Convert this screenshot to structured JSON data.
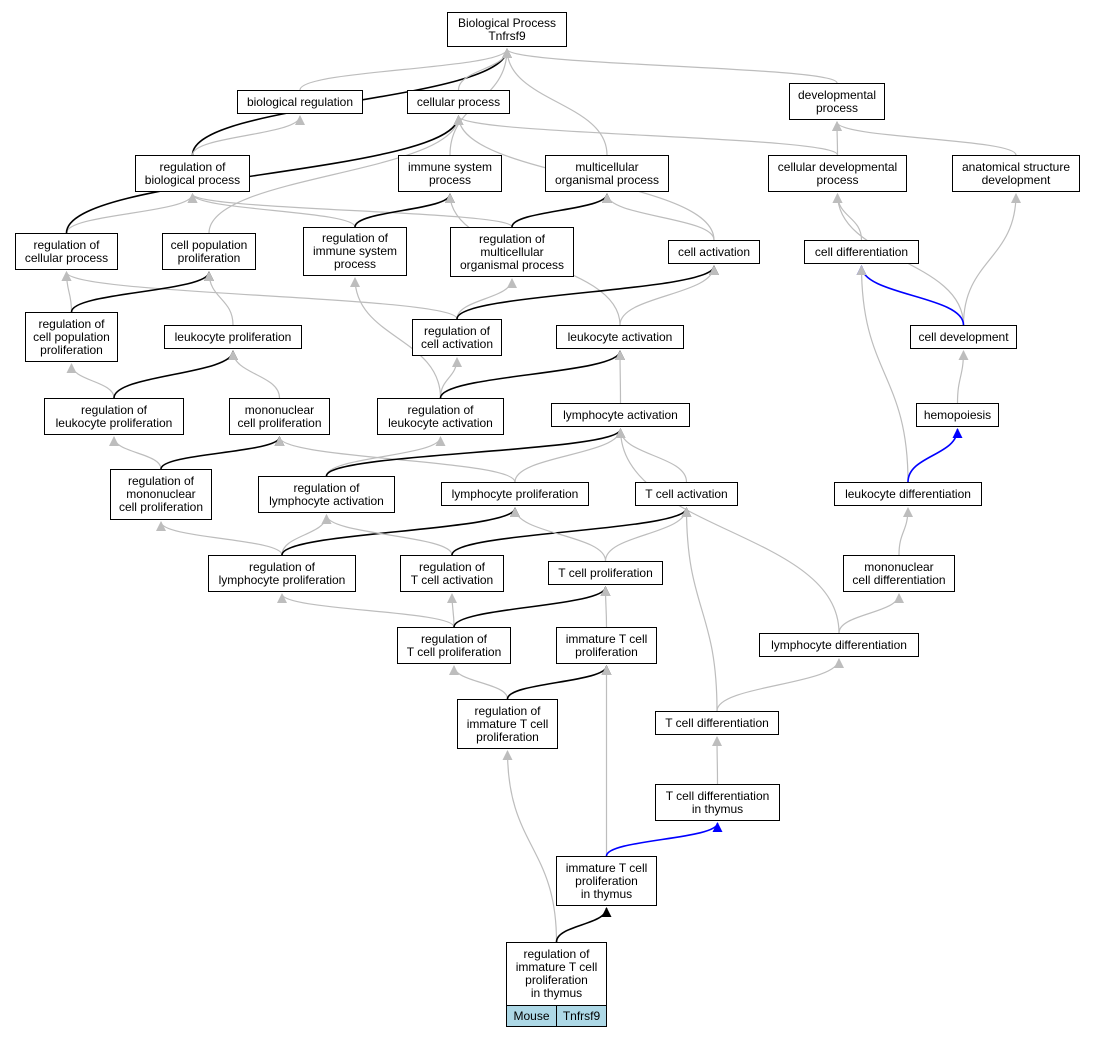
{
  "graph": {
    "colors": {
      "is_a": "#bdbdbd",
      "regulates": "#000000",
      "part_of": "#0000ff",
      "species_tag": "#add8e6"
    },
    "nodes": [
      {
        "id": "bp",
        "label": "Biological Process\nTnfrsf9"
      },
      {
        "id": "biolreg",
        "label": "biological regulation"
      },
      {
        "id": "cellproc",
        "label": "cellular process"
      },
      {
        "id": "devproc",
        "label": "developmental\nprocess"
      },
      {
        "id": "regbio",
        "label": "regulation of\nbiological process"
      },
      {
        "id": "immsys",
        "label": "immune system\nprocess"
      },
      {
        "id": "multorg",
        "label": "multicellular\norganismal process"
      },
      {
        "id": "celldevproc",
        "label": "cellular developmental\nprocess"
      },
      {
        "id": "anatdev",
        "label": "anatomical structure\ndevelopment"
      },
      {
        "id": "regcellproc",
        "label": "regulation of\ncellular process"
      },
      {
        "id": "cellpopprol",
        "label": "cell population\nproliferation"
      },
      {
        "id": "regimm",
        "label": "regulation of\nimmune system\nprocess"
      },
      {
        "id": "regmult",
        "label": "regulation of\nmulticellular\norganismal process"
      },
      {
        "id": "cellact",
        "label": "cell activation"
      },
      {
        "id": "celldiff",
        "label": "cell differentiation"
      },
      {
        "id": "regcellpop",
        "label": "regulation of\ncell population\nproliferation"
      },
      {
        "id": "leukprol",
        "label": "leukocyte proliferation"
      },
      {
        "id": "regcellact",
        "label": "regulation of\ncell activation"
      },
      {
        "id": "leukact",
        "label": "leukocyte activation"
      },
      {
        "id": "celldev",
        "label": "cell development"
      },
      {
        "id": "regleukprol",
        "label": "regulation of\nleukocyte proliferation"
      },
      {
        "id": "mononucprol",
        "label": "mononuclear\ncell proliferation"
      },
      {
        "id": "regleukact",
        "label": "regulation of\nleukocyte activation"
      },
      {
        "id": "lymphact",
        "label": "lymphocyte activation"
      },
      {
        "id": "hemopoiesis",
        "label": "hemopoiesis"
      },
      {
        "id": "regmononuc",
        "label": "regulation of\nmononuclear\ncell proliferation"
      },
      {
        "id": "reglymphact",
        "label": "regulation of\nlymphocyte activation"
      },
      {
        "id": "lymphprol",
        "label": "lymphocyte proliferation"
      },
      {
        "id": "tcellact",
        "label": "T cell activation"
      },
      {
        "id": "leukdiff",
        "label": "leukocyte differentiation"
      },
      {
        "id": "reglymphprol",
        "label": "regulation of\nlymphocyte proliferation"
      },
      {
        "id": "regtcellact",
        "label": "regulation of\nT cell activation"
      },
      {
        "id": "tcellprol",
        "label": "T cell proliferation"
      },
      {
        "id": "mononucdiff",
        "label": "mononuclear\ncell differentiation"
      },
      {
        "id": "regtcellprol",
        "label": "regulation of\nT cell proliferation"
      },
      {
        "id": "immtprol",
        "label": "immature T cell\nproliferation"
      },
      {
        "id": "lymphdiff",
        "label": "lymphocyte differentiation"
      },
      {
        "id": "regimmtprol",
        "label": "regulation of\nimmature T cell\nproliferation"
      },
      {
        "id": "tcelldiff",
        "label": "T cell differentiation"
      },
      {
        "id": "tcelldiffthy",
        "label": "T cell differentiation\nin thymus"
      },
      {
        "id": "immtprolthy",
        "label": "immature T cell\nproliferation\nin thymus"
      }
    ],
    "leaf": {
      "label": "regulation of\nimmature T cell\nproliferation\nin thymus",
      "species": "Mouse",
      "gene": "Tnfrsf9"
    },
    "edges": [
      {
        "from": "regbio",
        "to": "bp",
        "type": "regulates"
      },
      {
        "from": "biolreg",
        "to": "bp",
        "type": "is_a"
      },
      {
        "from": "cellproc",
        "to": "bp",
        "type": "is_a"
      },
      {
        "from": "immsys",
        "to": "bp",
        "type": "is_a"
      },
      {
        "from": "multorg",
        "to": "bp",
        "type": "is_a"
      },
      {
        "from": "devproc",
        "to": "bp",
        "type": "is_a"
      },
      {
        "from": "regbio",
        "to": "biolreg",
        "type": "is_a"
      },
      {
        "from": "regcellproc",
        "to": "regbio",
        "type": "is_a"
      },
      {
        "from": "regcellproc",
        "to": "cellproc",
        "type": "regulates"
      },
      {
        "from": "cellpopprol",
        "to": "cellproc",
        "type": "is_a"
      },
      {
        "from": "celldevproc",
        "to": "cellproc",
        "type": "is_a"
      },
      {
        "from": "cellact",
        "to": "cellproc",
        "type": "is_a"
      },
      {
        "from": "celldevproc",
        "to": "devproc",
        "type": "is_a"
      },
      {
        "from": "anatdev",
        "to": "devproc",
        "type": "is_a"
      },
      {
        "from": "regimm",
        "to": "regbio",
        "type": "is_a"
      },
      {
        "from": "regmult",
        "to": "regbio",
        "type": "is_a"
      },
      {
        "from": "regimm",
        "to": "immsys",
        "type": "regulates"
      },
      {
        "from": "leukact",
        "to": "immsys",
        "type": "is_a"
      },
      {
        "from": "regmult",
        "to": "multorg",
        "type": "regulates"
      },
      {
        "from": "cellact",
        "to": "multorg",
        "type": "is_a"
      },
      {
        "from": "celldiff",
        "to": "celldevproc",
        "type": "is_a"
      },
      {
        "from": "celldev",
        "to": "celldevproc",
        "type": "is_a"
      },
      {
        "from": "celldev",
        "to": "anatdev",
        "type": "is_a"
      },
      {
        "from": "regcellpop",
        "to": "regcellproc",
        "type": "is_a"
      },
      {
        "from": "regcellact",
        "to": "regcellproc",
        "type": "is_a"
      },
      {
        "from": "regcellpop",
        "to": "cellpopprol",
        "type": "regulates"
      },
      {
        "from": "leukprol",
        "to": "cellpopprol",
        "type": "is_a"
      },
      {
        "from": "regleukact",
        "to": "regimm",
        "type": "is_a"
      },
      {
        "from": "regcellact",
        "to": "regmult",
        "type": "is_a"
      },
      {
        "from": "regcellact",
        "to": "cellact",
        "type": "regulates"
      },
      {
        "from": "leukact",
        "to": "cellact",
        "type": "is_a"
      },
      {
        "from": "celldev",
        "to": "celldiff",
        "type": "part_of"
      },
      {
        "from": "leukdiff",
        "to": "celldiff",
        "type": "is_a"
      },
      {
        "from": "regleukprol",
        "to": "regcellpop",
        "type": "is_a"
      },
      {
        "from": "regleukprol",
        "to": "leukprol",
        "type": "regulates"
      },
      {
        "from": "mononucprol",
        "to": "leukprol",
        "type": "is_a"
      },
      {
        "from": "regleukact",
        "to": "regcellact",
        "type": "is_a"
      },
      {
        "from": "regleukact",
        "to": "leukact",
        "type": "regulates"
      },
      {
        "from": "lymphact",
        "to": "leukact",
        "type": "is_a"
      },
      {
        "from": "hemopoiesis",
        "to": "celldev",
        "type": "is_a"
      },
      {
        "from": "regmononuc",
        "to": "regleukprol",
        "type": "is_a"
      },
      {
        "from": "regmononuc",
        "to": "mononucprol",
        "type": "regulates"
      },
      {
        "from": "lymphprol",
        "to": "mononucprol",
        "type": "is_a"
      },
      {
        "from": "reglymphact",
        "to": "regleukact",
        "type": "is_a"
      },
      {
        "from": "reglymphact",
        "to": "lymphact",
        "type": "regulates"
      },
      {
        "from": "lymphprol",
        "to": "lymphact",
        "type": "is_a"
      },
      {
        "from": "tcellact",
        "to": "lymphact",
        "type": "is_a"
      },
      {
        "from": "lymphdiff",
        "to": "lymphact",
        "type": "is_a"
      },
      {
        "from": "leukdiff",
        "to": "hemopoiesis",
        "type": "part_of"
      },
      {
        "from": "reglymphprol",
        "to": "regmononuc",
        "type": "is_a"
      },
      {
        "from": "reglymphprol",
        "to": "reglymphact",
        "type": "is_a"
      },
      {
        "from": "reglymphprol",
        "to": "lymphprol",
        "type": "regulates"
      },
      {
        "from": "regtcellact",
        "to": "reglymphact",
        "type": "is_a"
      },
      {
        "from": "regtcellact",
        "to": "tcellact",
        "type": "regulates"
      },
      {
        "from": "tcellprol",
        "to": "lymphprol",
        "type": "is_a"
      },
      {
        "from": "tcellprol",
        "to": "tcellact",
        "type": "is_a"
      },
      {
        "from": "tcelldiff",
        "to": "tcellact",
        "type": "is_a"
      },
      {
        "from": "mononucdiff",
        "to": "leukdiff",
        "type": "is_a"
      },
      {
        "from": "regtcellprol",
        "to": "reglymphprol",
        "type": "is_a"
      },
      {
        "from": "regtcellprol",
        "to": "regtcellact",
        "type": "is_a"
      },
      {
        "from": "regtcellprol",
        "to": "tcellprol",
        "type": "regulates"
      },
      {
        "from": "immtprol",
        "to": "tcellprol",
        "type": "is_a"
      },
      {
        "from": "lymphdiff",
        "to": "mononucdiff",
        "type": "is_a"
      },
      {
        "from": "regimmtprol",
        "to": "regtcellprol",
        "type": "is_a"
      },
      {
        "from": "regimmtprol",
        "to": "immtprol",
        "type": "regulates"
      },
      {
        "from": "tcelldiff",
        "to": "lymphdiff",
        "type": "is_a"
      },
      {
        "from": "tcelldiffthy",
        "to": "tcelldiff",
        "type": "is_a"
      },
      {
        "from": "immtprolthy",
        "to": "immtprol",
        "type": "is_a"
      },
      {
        "from": "immtprolthy",
        "to": "tcelldiffthy",
        "type": "part_of"
      },
      {
        "from": "leaf",
        "to": "regimmtprol",
        "type": "is_a"
      },
      {
        "from": "leaf",
        "to": "immtprolthy",
        "type": "regulates"
      }
    ]
  }
}
